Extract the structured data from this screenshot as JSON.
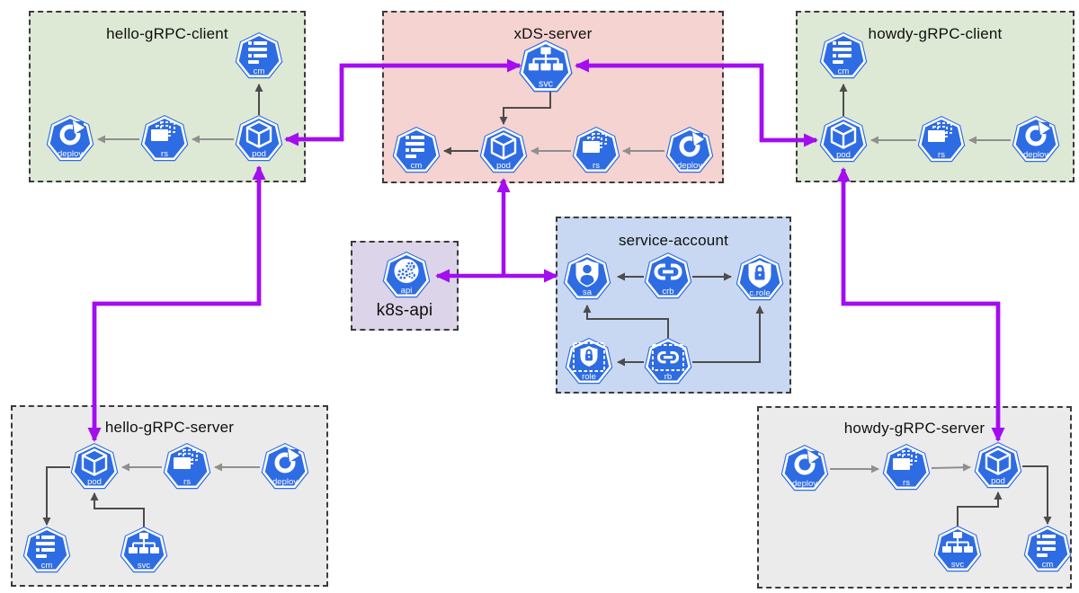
{
  "colors": {
    "k8s_blue": "#2e6ce4",
    "magenta_arrow": "#a30df0",
    "gray_arrow_light": "#8f8f8f",
    "gray_arrow_dark": "#4c4c4c",
    "box_green": "#dde9d5",
    "box_pink": "#f5d3d0",
    "box_lavender": "#dcd4e8",
    "box_blue": "#c8d8f2",
    "box_gray": "#ebebeb"
  },
  "icons": {
    "cm": "configmap-list-icon",
    "pod": "cube-icon",
    "rs": "replicaset-stack-icon",
    "deploy": "circular-arrow-icon",
    "svc": "service-tree-icon",
    "sa": "user-shield-icon",
    "crb": "chain-link-icon",
    "c_role": "lock-shield-icon",
    "role": "lock-shield-dashed-icon",
    "rb": "chain-link-dashed-icon",
    "api": "gears-icon"
  },
  "boxes": {
    "hello_client": {
      "title": "hello-gRPC-client",
      "nodes": {
        "cm": "cm",
        "pod": "pod",
        "rs": "rs",
        "deploy": "deploy"
      }
    },
    "xds": {
      "title": "xDS-server",
      "nodes": {
        "svc": "svc",
        "cm": "cm",
        "pod": "pod",
        "rs": "rs",
        "deploy": "deploy"
      }
    },
    "howdy_client": {
      "title": "howdy-gRPC-client",
      "nodes": {
        "cm": "cm",
        "pod": "pod",
        "rs": "rs",
        "deploy": "deploy"
      }
    },
    "k8s_api": {
      "title": "k8s-api",
      "nodes": {
        "api": "api"
      }
    },
    "service_account": {
      "title": "service-account",
      "nodes": {
        "sa": "sa",
        "crb": "crb",
        "c_role": "c.role",
        "role": "role",
        "rb": "rb"
      }
    },
    "hello_server": {
      "title": "hello-gRPC-server",
      "nodes": {
        "pod": "pod",
        "rs": "rs",
        "deploy": "deploy",
        "cm": "cm",
        "svc": "svc"
      }
    },
    "howdy_server": {
      "title": "howdy-gRPC-server",
      "nodes": {
        "deploy": "deploy",
        "rs": "rs",
        "pod": "pod",
        "svc": "svc",
        "cm": "cm"
      }
    }
  }
}
